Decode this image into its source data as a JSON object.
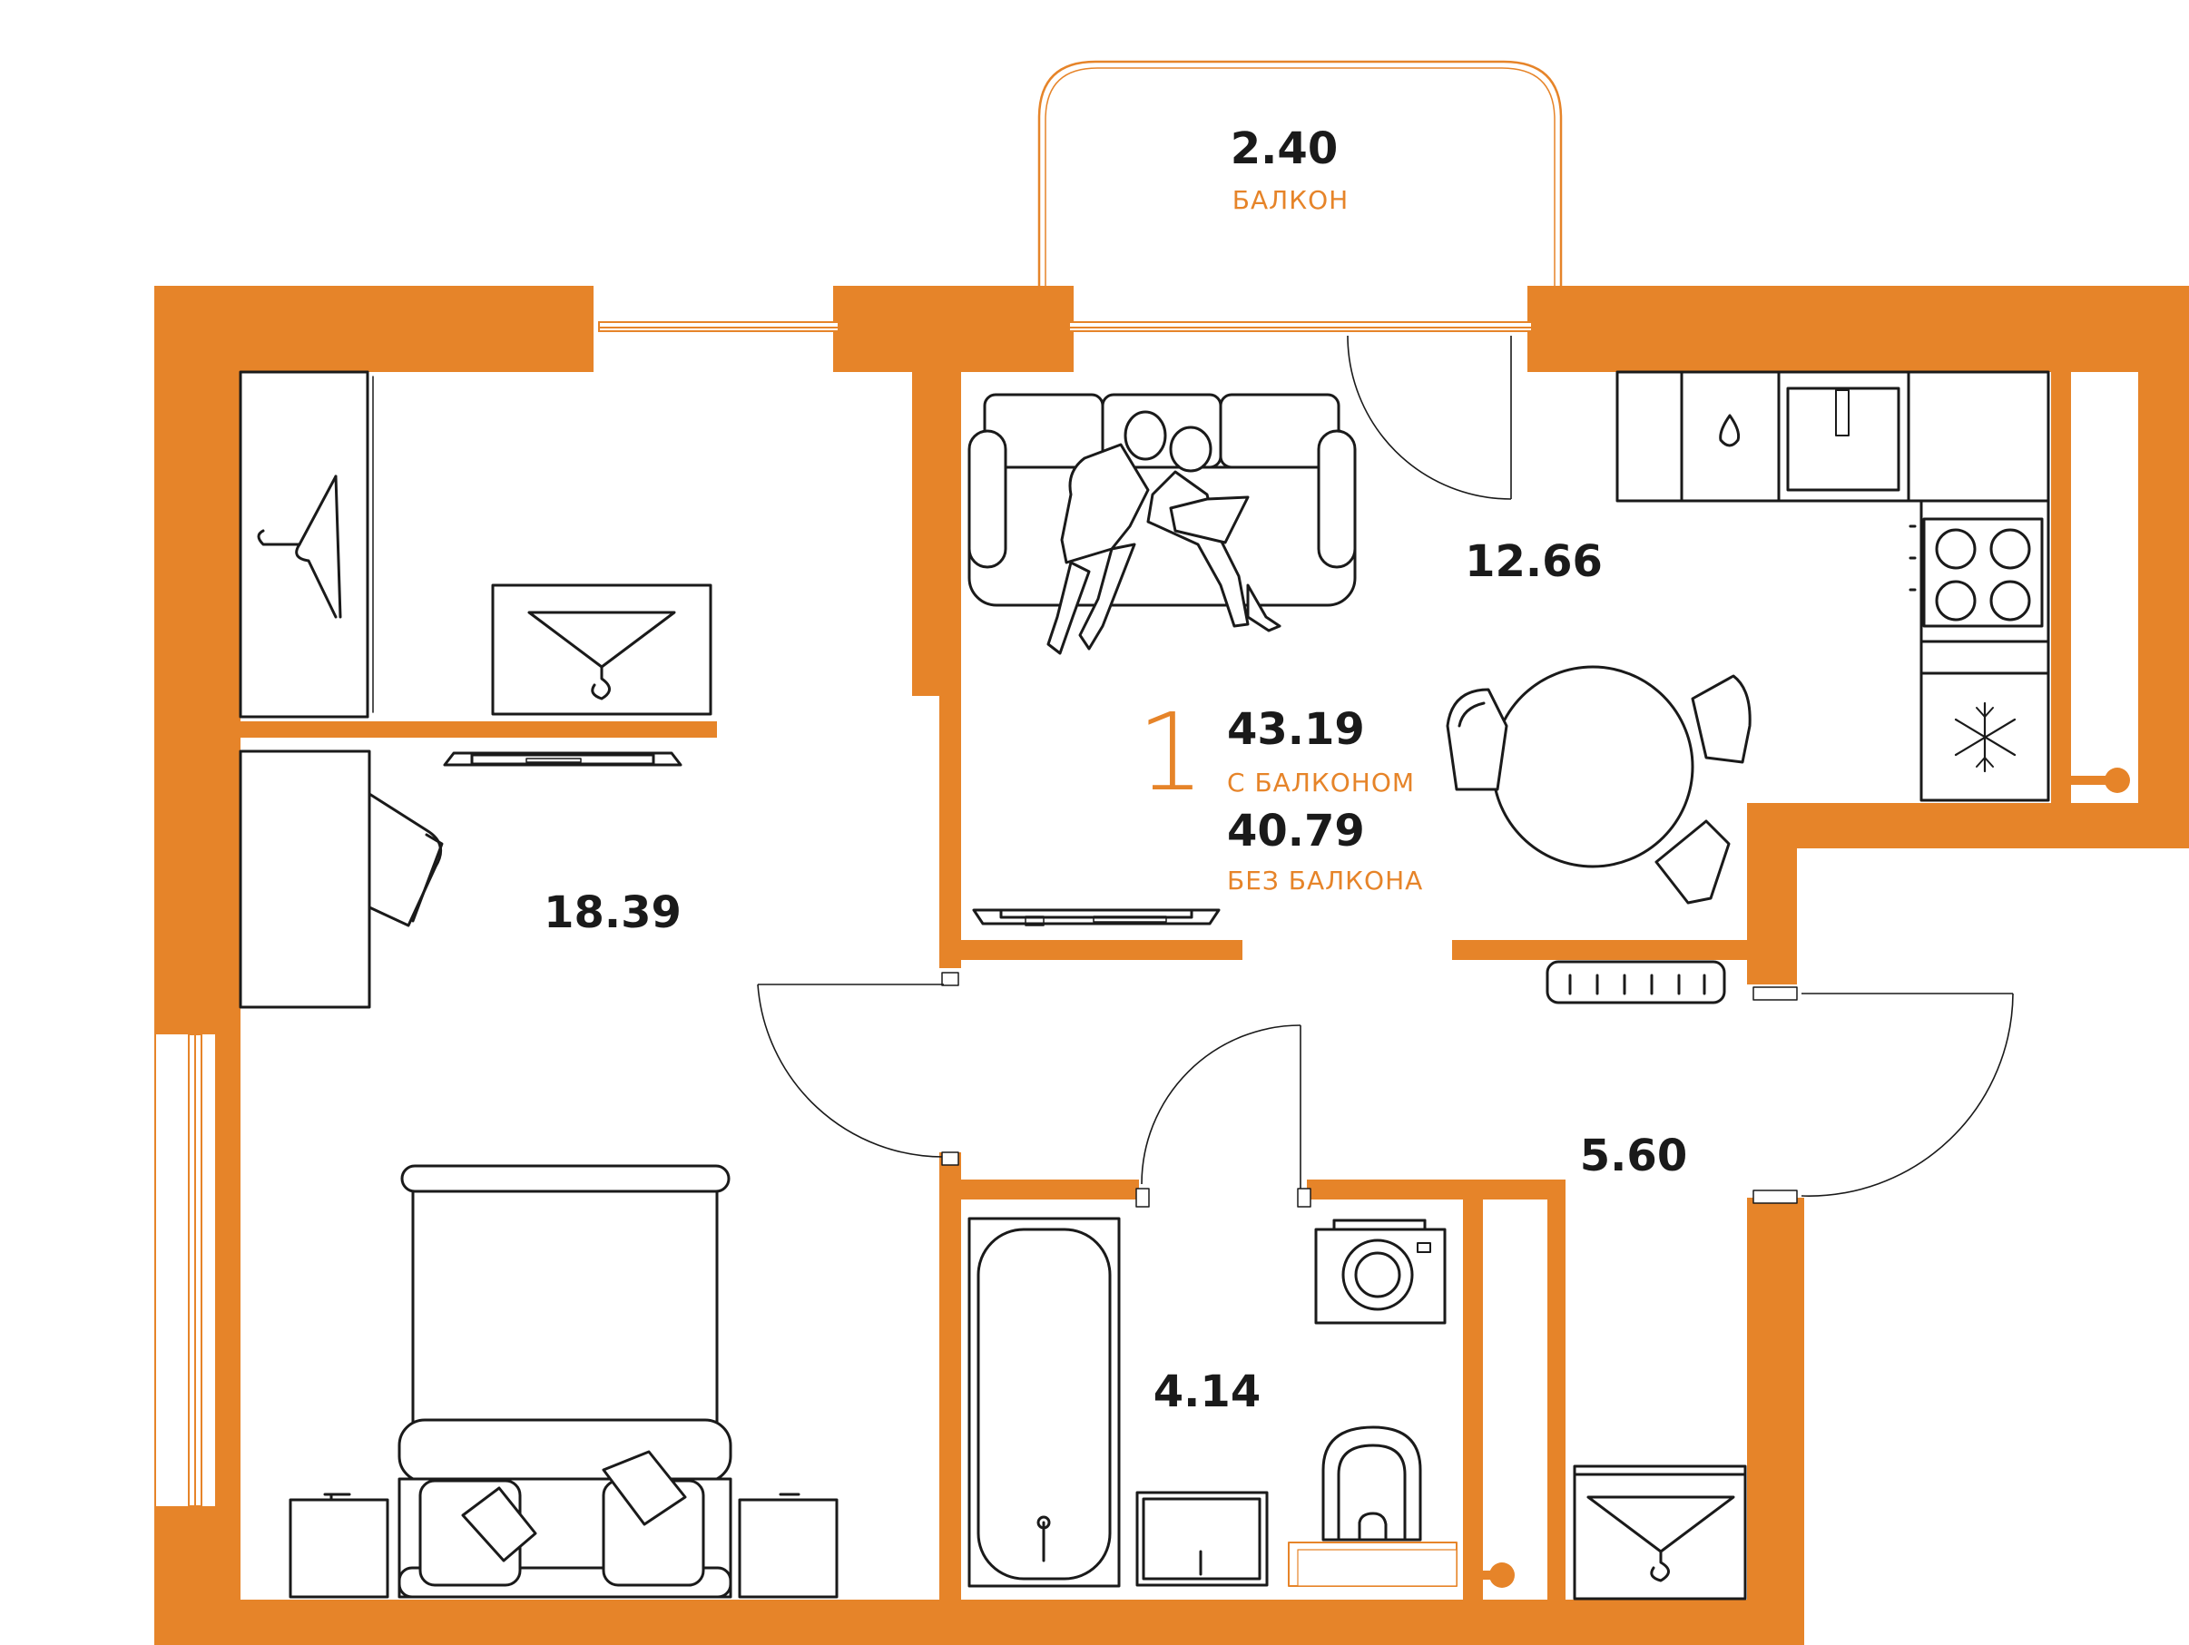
{
  "colors": {
    "wall": "#e68429",
    "line": "#1a1a1a",
    "accent_text": "#e68429",
    "background": "#ffffff"
  },
  "balcony": {
    "area": "2.40",
    "label": "БАЛКОН"
  },
  "summary": {
    "rooms_count": "1",
    "total_with_balcony": "43.19",
    "with_balcony_label": "С БАЛКОНОМ",
    "total_without_balcony": "40.79",
    "without_balcony_label": "БЕЗ БАЛКОНА"
  },
  "rooms": {
    "bedroom": {
      "area": "18.39"
    },
    "kitchen_living": {
      "area": "12.66"
    },
    "hallway": {
      "area": "5.60"
    },
    "bathroom": {
      "area": "4.14"
    }
  },
  "icons": {
    "wardrobe": "hanger-icon",
    "sink": "water-drop-icon",
    "fridge": "snowflake-icon",
    "people": "couple-on-sofa-illustration"
  }
}
